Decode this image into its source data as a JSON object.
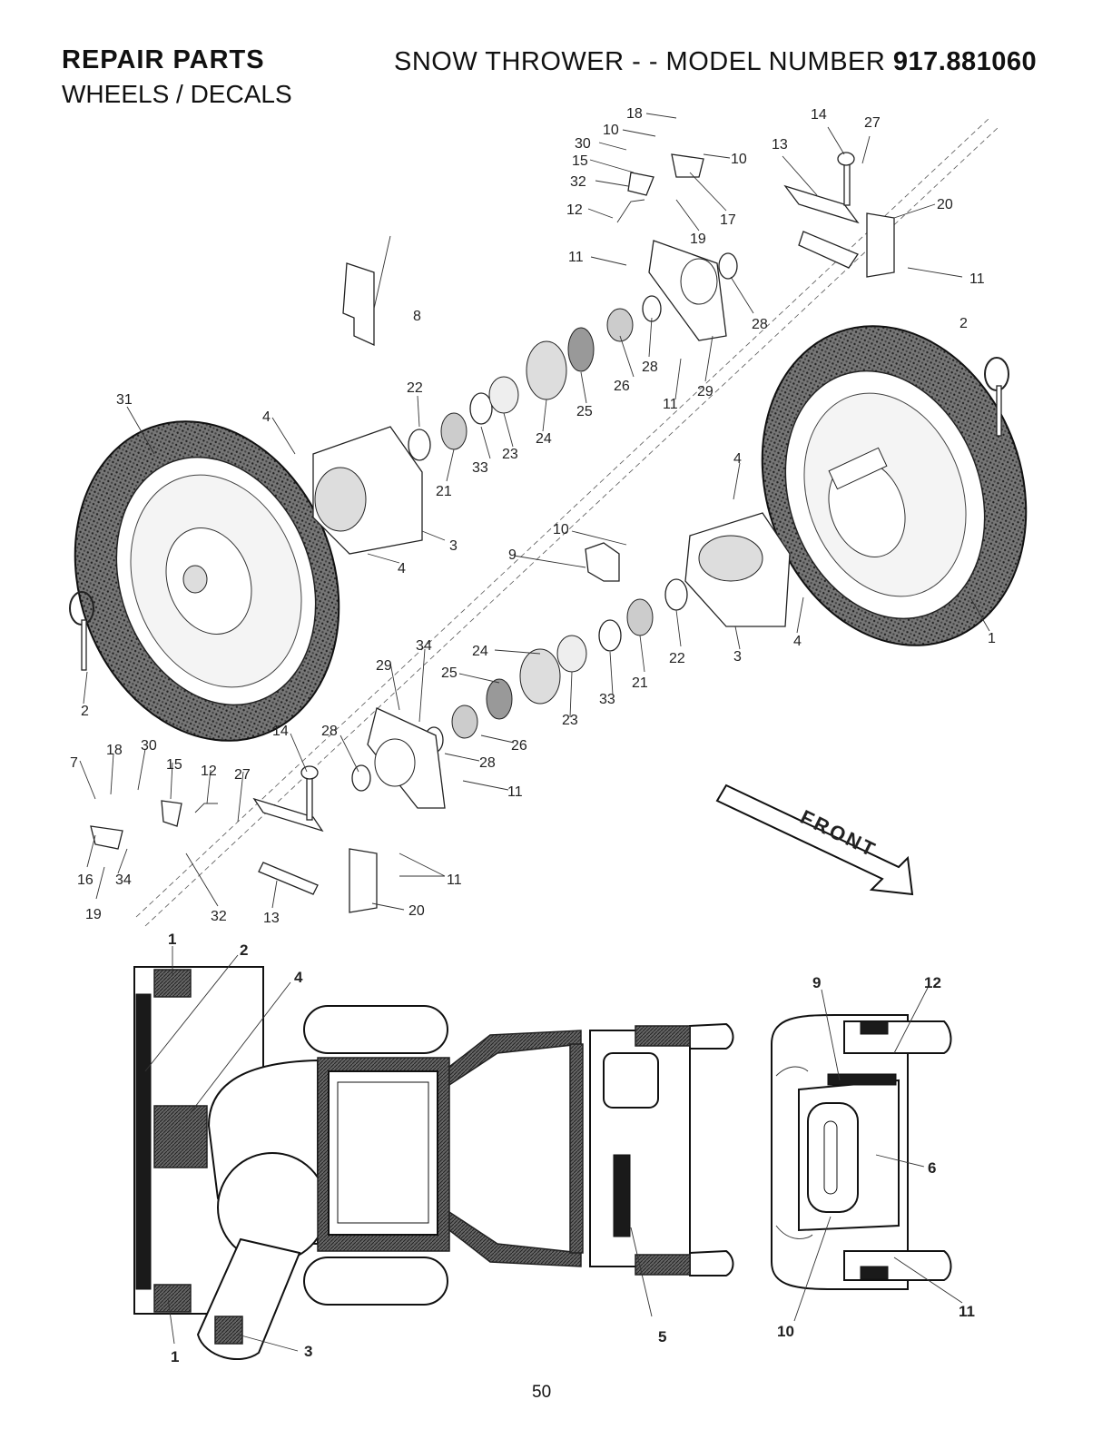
{
  "header": {
    "left_title": "REPAIR PARTS",
    "right_title_prefix": "SNOW THROWER - - MODEL NUMBER ",
    "right_title_number": "917.881060",
    "subtitle": "WHEELS / DECALS"
  },
  "direction_label": "FRONT",
  "page_number": "50",
  "callouts": {
    "c18a": "18",
    "c10a": "10",
    "c30a": "30",
    "c15a": "15",
    "c32a": "32",
    "c12a": "12",
    "c10b": "10",
    "c17a": "17",
    "c19a": "19",
    "c13a": "13",
    "c14a": "14",
    "c27a": "27",
    "c20a": "20",
    "c11a": "11",
    "c11b": "11",
    "c28a": "28",
    "c2a": "2",
    "c8": "8",
    "c28b": "28",
    "c26a": "26",
    "c11c": "11",
    "c29a": "29",
    "c25a": "25",
    "c24a": "24",
    "c22a": "22",
    "c23a": "23",
    "c33a": "33",
    "c21a": "21",
    "c31": "31",
    "c4a": "4",
    "c3a": "3",
    "c4b": "4",
    "c4c": "4",
    "c10c": "10",
    "c9": "9",
    "c4d": "4",
    "c1a": "1",
    "c3b": "3",
    "c22b": "22",
    "c21b": "21",
    "c33b": "33",
    "c23b": "23",
    "c24b": "24",
    "c25b": "25",
    "c34a": "34",
    "c29b": "29",
    "c26b": "26",
    "c28c": "28",
    "c28d": "28",
    "c11d": "11",
    "c14b": "14",
    "c2b": "2",
    "c7": "7",
    "c18b": "18",
    "c30b": "30",
    "c15b": "15",
    "c12b": "12",
    "c27b": "27",
    "c16": "16",
    "c34b": "34",
    "c19b": "19",
    "c32b": "32",
    "c13b": "13",
    "c11e": "11",
    "c20b": "20"
  },
  "decal_callouts": {
    "d1a": "1",
    "d2": "2",
    "d4": "4",
    "d1b": "1",
    "d3": "3",
    "d5": "5",
    "d9": "9",
    "d12": "12",
    "d6": "6",
    "d10": "10",
    "d11": "11"
  }
}
